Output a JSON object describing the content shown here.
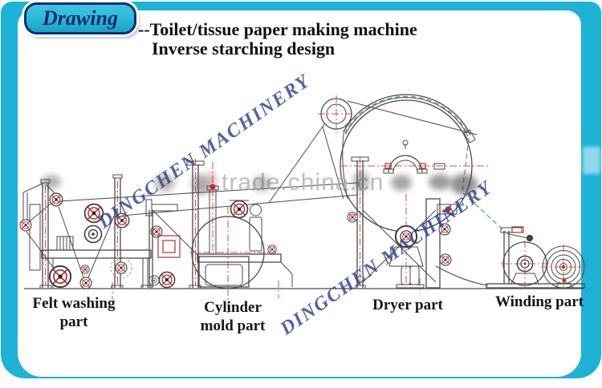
{
  "header": {
    "badge_label": "Drawing",
    "title_line1": "--Toilet/tissue paper making machine",
    "title_line2": "Inverse starching design"
  },
  "watermarks": {
    "brand": "DINGCHEN MACHINERY",
    "site": "trade.china.cn"
  },
  "part_labels": [
    {
      "id": "felt-washing",
      "line1": "Felt washing",
      "line2": "part"
    },
    {
      "id": "cylinder-mold",
      "line1": "Cylinder",
      "line2": "mold part"
    },
    {
      "id": "dryer",
      "line1": "Dryer part",
      "line2": ""
    },
    {
      "id": "winding",
      "line1": "Winding part",
      "line2": ""
    }
  ],
  "colors": {
    "frame_cyan": "#1db2d6",
    "badge_fill": "#2ebcda",
    "badge_text": "#152b70",
    "title_text": "#111111",
    "watermark_blue": "#313d8e",
    "watermark_gray": "#b0b6b0",
    "drawing_line": "#4a4a4a",
    "centerline_red": "#d45050",
    "roller_red": "#b23434",
    "web_green": "#4fa44f"
  }
}
